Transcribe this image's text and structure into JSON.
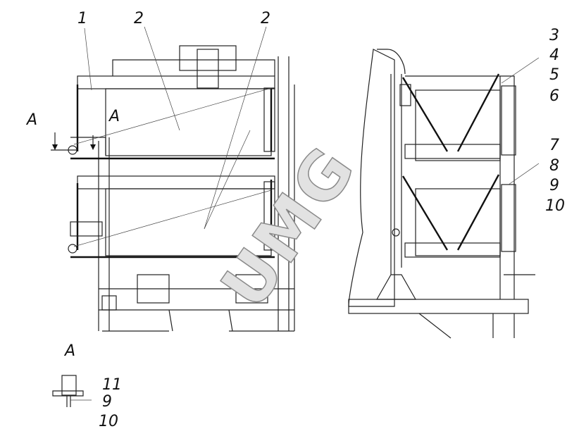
{
  "labels": {
    "left_view": [
      "1",
      "2",
      "2"
    ],
    "section_marks": [
      "A",
      "A"
    ],
    "right_view": [
      "3",
      "4",
      "5",
      "6",
      "7",
      "8",
      "9",
      "10"
    ],
    "detail_title": "A",
    "detail_labels": [
      "11",
      "9",
      "10"
    ]
  },
  "watermark": "UMG"
}
